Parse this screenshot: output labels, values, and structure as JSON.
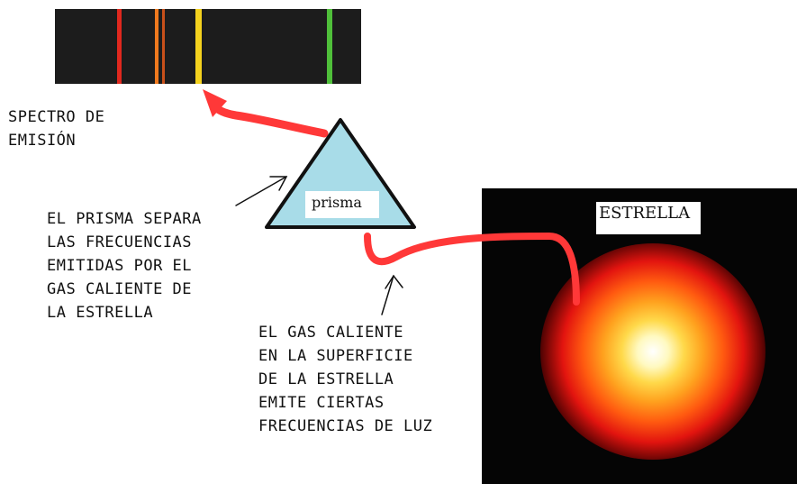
{
  "labels": {
    "spectrum": "SPECTRO DE\nEMISIÓN",
    "prism_note": "EL PRISMA SEPARA\nLAS FRECUENCIAS\nEMITIDAS POR EL\nGAS CALIENTE DE\nLA ESTRELLA",
    "gas_note": "EL GAS CALIENTE\nEN LA SUPERFICIE\nDE LA ESTRELLA\nEMITE CIERTAS\nFRECUENCIAS DE LUZ",
    "prism": "prisma",
    "star": "ESTRELLA"
  },
  "colors": {
    "spectrum_background": "#1c1c1c",
    "line_red": "#e0281e",
    "line_orange": "#f07a1e",
    "line_yellow": "#f4d21e",
    "line_green": "#4fbf3a",
    "light_path": "#ff3838",
    "prism_fill": "#a8dce8",
    "star_core": "#fff9c0",
    "star_edge": "#e2140f"
  },
  "icons": [
    "prism-icon",
    "arrow-head-icon",
    "pointer-arrow-icon"
  ]
}
